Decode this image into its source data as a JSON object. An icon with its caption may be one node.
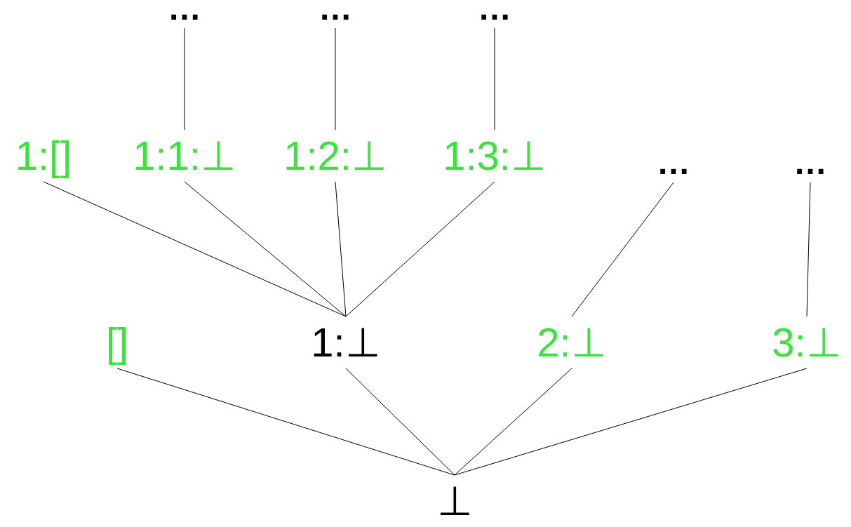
{
  "diagram": {
    "nodes": [
      {
        "text": [
          "⊥"
        ]
      },
      {
        "text": [
          "[]"
        ]
      },
      {
        "text": [
          "1:⊥"
        ]
      },
      {
        "text": [
          "2:⊥"
        ]
      },
      {
        "text": [
          "3:⊥"
        ]
      },
      {
        "text": [
          "1:[]"
        ]
      },
      {
        "text": [
          "1:1:⊥"
        ]
      },
      {
        "text": [
          "1:2:⊥"
        ]
      },
      {
        "text": [
          "1:3:⊥"
        ]
      },
      {
        "text": [
          "…"
        ]
      },
      {
        "text": [
          "…"
        ]
      },
      {
        "text": [
          "…"
        ]
      },
      {
        "text": [
          "…"
        ]
      },
      {
        "text": [
          "…"
        ]
      }
    ],
    "edges": [
      {
        "from": 1,
        "to": 0,
        "arrow": "none"
      },
      {
        "from": 2,
        "to": 0,
        "arrow": "none"
      },
      {
        "from": 3,
        "to": 0,
        "arrow": "none"
      },
      {
        "from": 4,
        "to": 0,
        "arrow": "none"
      },
      {
        "from": 5,
        "to": 2,
        "arrow": "none"
      },
      {
        "from": 6,
        "to": 2,
        "arrow": "none"
      },
      {
        "from": 7,
        "to": 2,
        "arrow": "none"
      },
      {
        "from": 8,
        "to": 2,
        "arrow": "none"
      },
      {
        "from": 9,
        "to": 3,
        "arrow": "none"
      },
      {
        "from": 10,
        "to": 4,
        "arrow": "none"
      },
      {
        "from": 11,
        "to": 6,
        "arrow": "none"
      },
      {
        "from": 12,
        "to": 7,
        "arrow": "none"
      },
      {
        "from": 13,
        "to": 8,
        "arrow": "none"
      }
    ]
  }
}
